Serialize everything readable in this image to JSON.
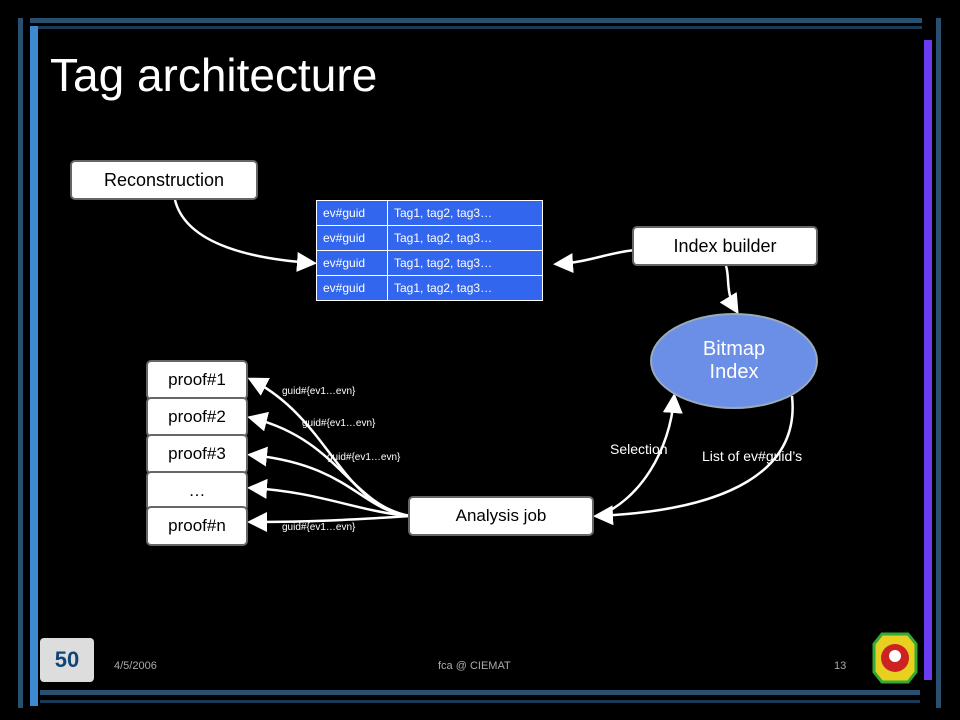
{
  "title": "Tag architecture",
  "boxes": {
    "reconstruction": "Reconstruction",
    "index_builder": "Index builder",
    "analysis_job": "Analysis job",
    "proofs": [
      "proof#1",
      "proof#2",
      "proof#3",
      "…",
      "proof#n"
    ]
  },
  "bitmap_index": {
    "line1": "Bitmap",
    "line2": "Index"
  },
  "tag_table": [
    {
      "key": "ev#guid",
      "value": "Tag1, tag2, tag3…"
    },
    {
      "key": "ev#guid",
      "value": "Tag1, tag2, tag3…"
    },
    {
      "key": "ev#guid",
      "value": "Tag1, tag2, tag3…"
    },
    {
      "key": "ev#guid",
      "value": "Tag1, tag2, tag3…"
    }
  ],
  "labels": {
    "selection": "Selection",
    "list_guids": "List of ev#guid’s",
    "guid_labels": [
      "guid#{ev1…evn}",
      "guid#{ev1…evn}",
      "guid#{ev1…evn}",
      "guid#{ev1…evn}"
    ]
  },
  "footer": {
    "date": "4/5/2006",
    "author": "fca @ CIEMAT",
    "page": "13"
  },
  "colors": {
    "table_blue": "#3366ee",
    "ellipse_blue": "#6b8fe6",
    "bar_purple": "#6a3cf0",
    "bar_teal": "#2a5070"
  }
}
